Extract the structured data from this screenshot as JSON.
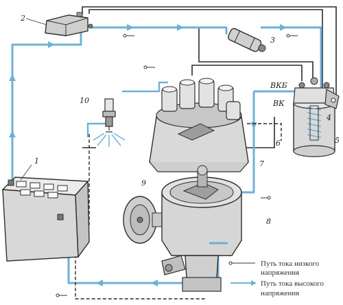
{
  "labels": {
    "n1": "1",
    "n2": "2",
    "n3": "3",
    "n4": "4",
    "n5": "5",
    "n6": "6",
    "n7": "7",
    "n8": "8",
    "n9": "9",
    "n10": "10",
    "vkb": "ВКБ",
    "vk": "ВК"
  },
  "legend": {
    "low_line1": "Путь тока низкого",
    "low_line2": "напряжения",
    "high_line1": "Путь тока высокого",
    "high_line2": "напряжения"
  },
  "colors": {
    "low_voltage_path": "#6fb0d4",
    "wire": "#2a2a2a",
    "component_fill": "#d7d7d7",
    "component_stroke": "#2f2f2f"
  }
}
